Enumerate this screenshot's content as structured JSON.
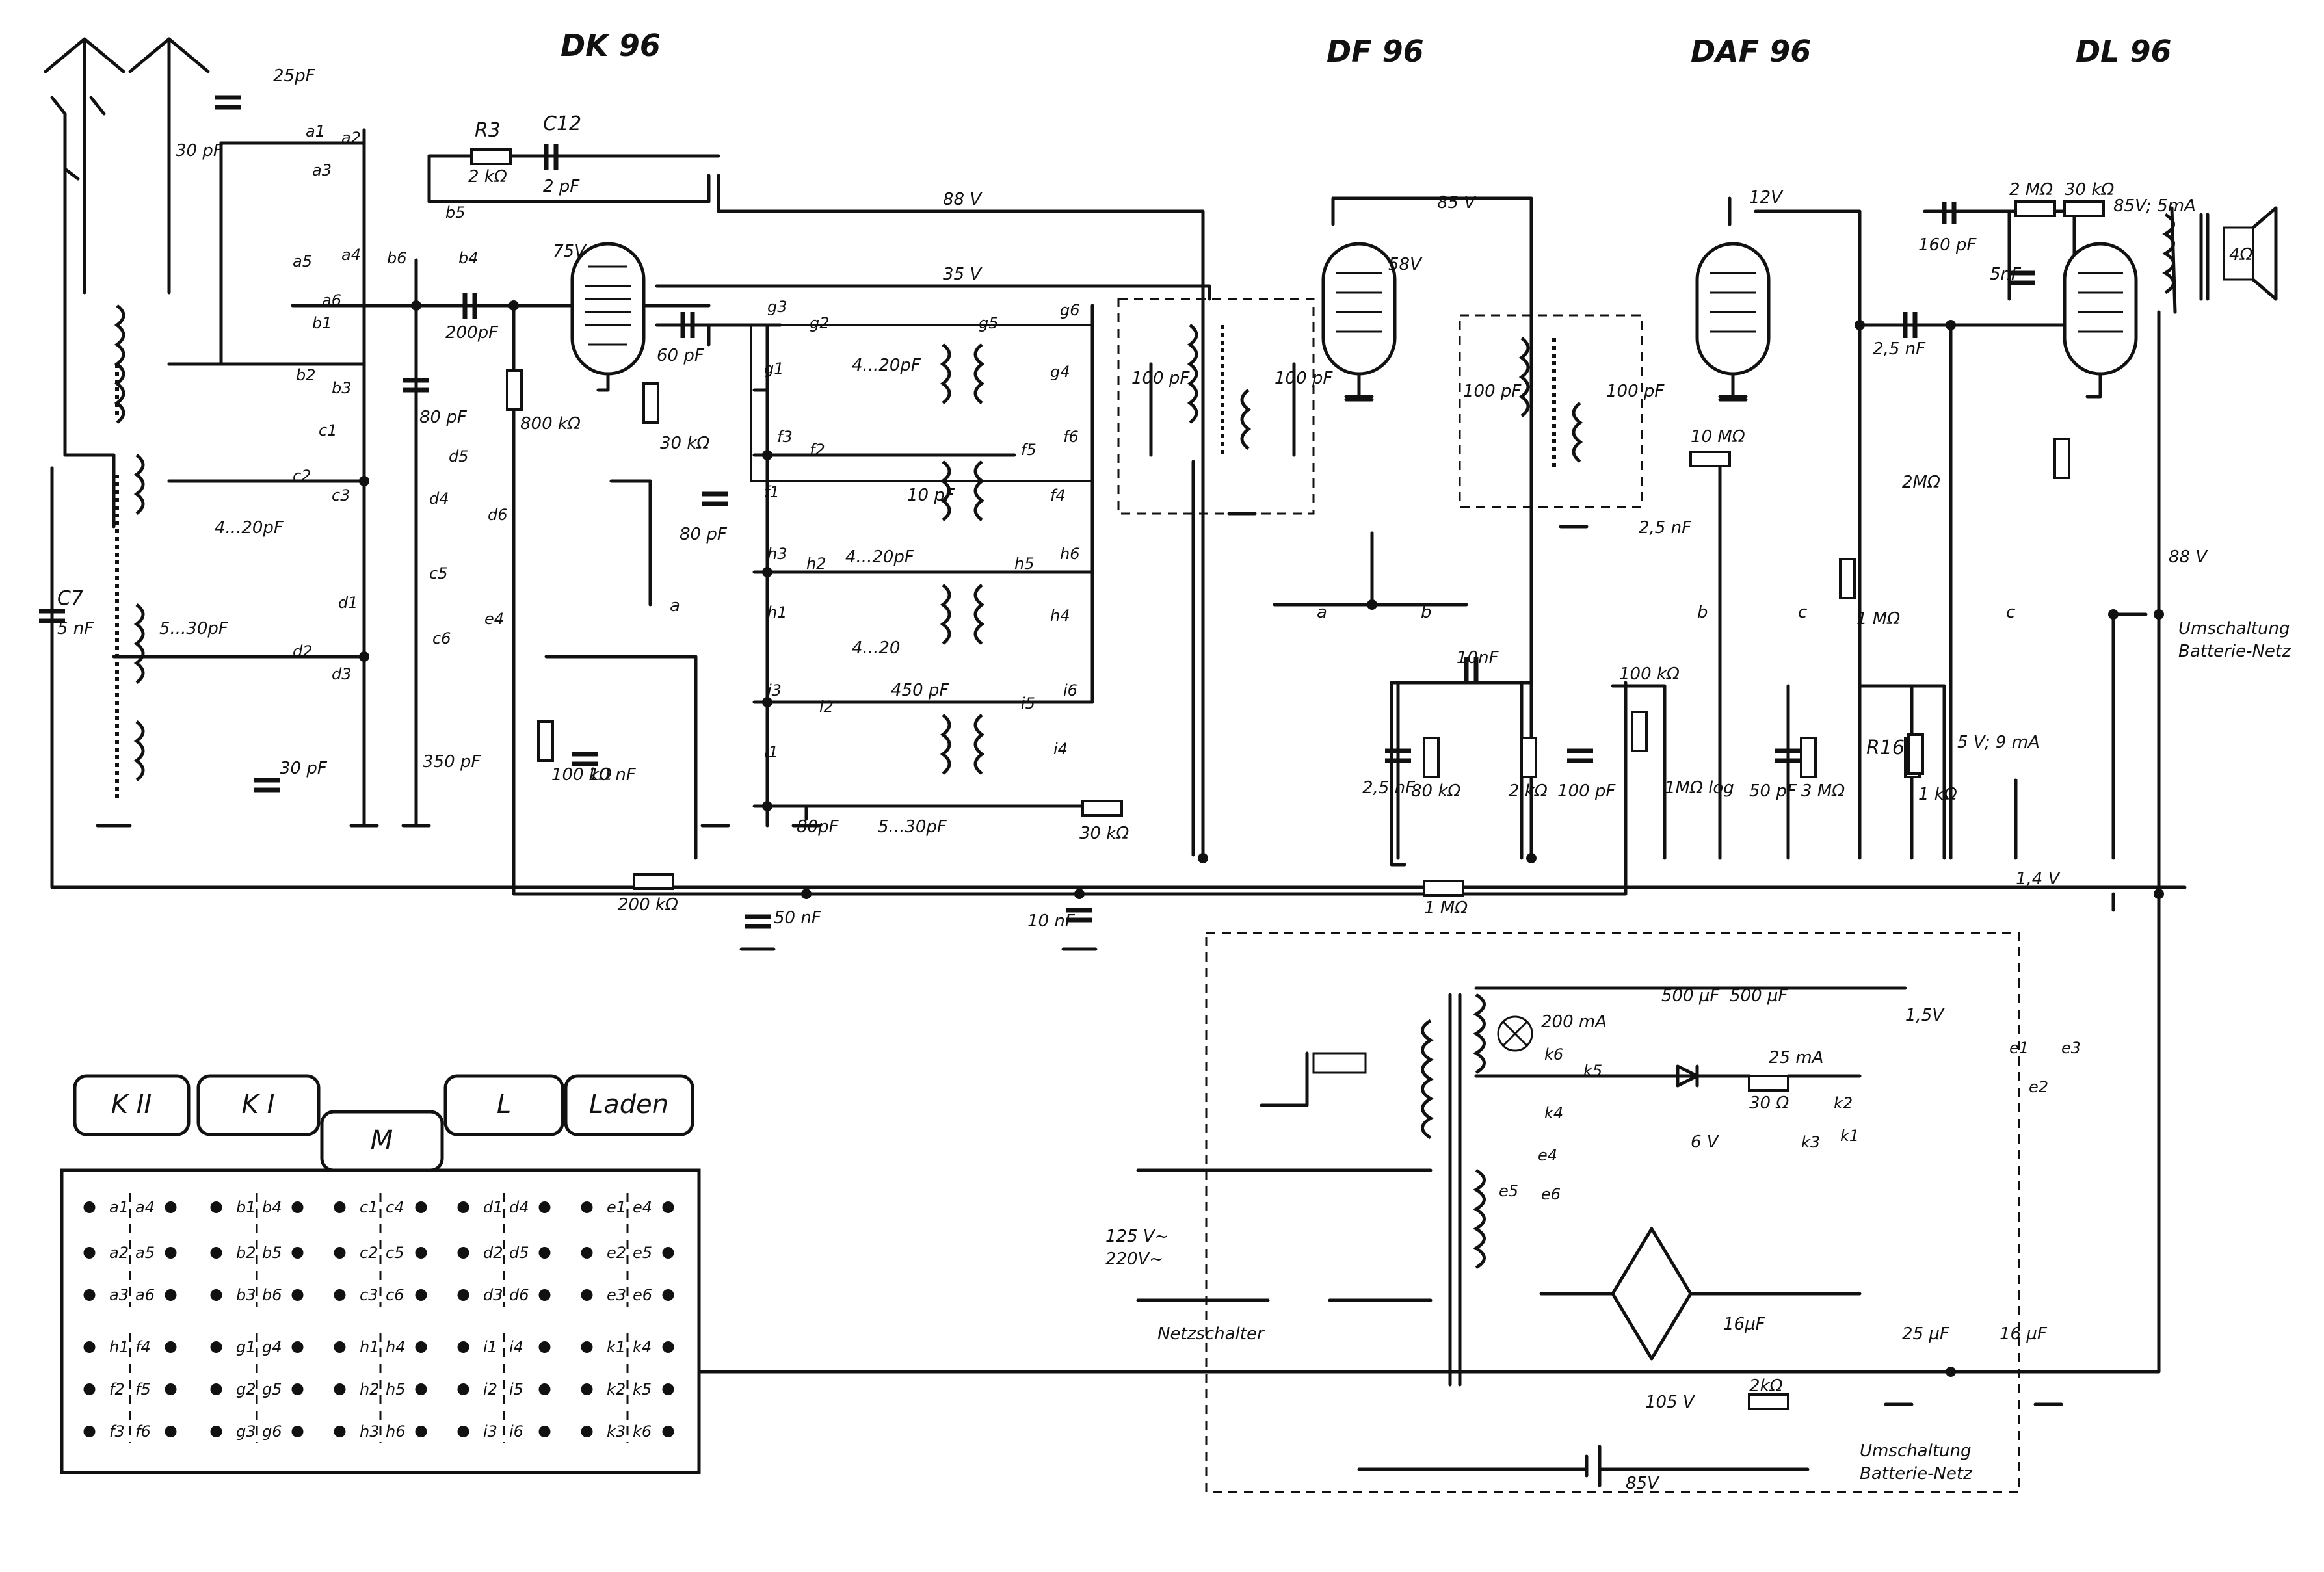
{
  "tubes": {
    "dk96": "DK 96",
    "df96": "DF 96",
    "daf96": "DAF 96",
    "dl96": "DL 96"
  },
  "voltages": {
    "v88_top": "88 V",
    "v35": "35 V",
    "v75": "75V",
    "v85": "85 V",
    "v58": "58V",
    "v12": "12V",
    "v85_5ma": "85V; 5mA",
    "v88_right": "88 V",
    "v1_4": "1,4 V",
    "v1_5": "1,5V",
    "v6": "6 V",
    "v105": "105 V",
    "v85_batt": "85V",
    "v5_9ma": "5 V; 9 mA",
    "mains": "125 V~",
    "mains2": "220V~"
  },
  "components": {
    "c_25pf": "25pF",
    "c_30pf": "30 pF",
    "r3": "R3",
    "r3_val": "2 kΩ",
    "c12": "C12",
    "c12_val": "2 pF",
    "c_200pf": "200pF",
    "c_60pf": "60 pF",
    "r_30k": "30 kΩ",
    "r_800k": "800 kΩ",
    "c_80pf_a": "80 pF",
    "c_80pf_b": "80 pF",
    "c_4_20_a": "4...20pF",
    "c_4_20_b": "4...20pF",
    "c_4_20_c": "4...20pF",
    "c_4_20_d": "4...20",
    "c_10pf": "10 pF",
    "c_5_30_a": "5...30pF",
    "c_5_30_b": "5...30pF",
    "c_450pf": "450 pF",
    "c_80pf_c": "80pF",
    "c_30pf_b": "30 pF",
    "c_350pf": "350 pF",
    "c7": "C7",
    "c7_val": "5 nF",
    "r_100k": "100 kΩ",
    "c_10nf_a": "10 nF",
    "r_30k_b": "30 kΩ",
    "c_10nf_b": "10 nF",
    "r_200k": "200 kΩ",
    "c_50nf": "50 nF",
    "r_1m_bottom": "1 MΩ",
    "c_100pf_a": "100 pF",
    "c_100pf_b": "100 pF",
    "c_100pf_c": "100 pF",
    "c_100pf_d": "100 pF",
    "c_10nf_c": "10nF",
    "c_2_5nf_a": "2,5 nF",
    "r_80k": "80 kΩ",
    "r_2k": "2 kΩ",
    "c_100pf_e": "100 pF",
    "r_100k_b": "100 kΩ",
    "pot_1m": "1MΩ log",
    "c_2_5nf_b": "2,5 nF",
    "r_10m": "10 MΩ",
    "c_50pf": "50 pF",
    "r_3m": "3 MΩ",
    "r_1m_mid": "1 MΩ",
    "c_160pf": "160 pF",
    "r_2m_top": "2 MΩ",
    "c_5nf": "5nF",
    "r_30k_c": "30 kΩ",
    "c_2_5nf_c": "2,5 nF",
    "r_2m_mid": "2MΩ",
    "r16": "R16",
    "r_1k": "1 kΩ",
    "spk": "4Ω",
    "lamp": "200 mA",
    "c_500uf_a": "500 µF",
    "c_500uf_b": "500 µF",
    "i_25ma": "25 mA",
    "r_30ohm": "30 Ω",
    "c_16uf": "16µF",
    "r_2k_b": "2kΩ",
    "c_25uf": "25 µF",
    "c_16uf_b": "16 µF"
  },
  "switch_labels": {
    "a1": "a1",
    "a2": "a2",
    "a3": "a3",
    "a4": "a4",
    "a5": "a5",
    "a6": "a6",
    "b1": "b1",
    "b2": "b2",
    "b3": "b3",
    "b4": "b4",
    "b5": "b5",
    "b6": "b6",
    "c1": "c1",
    "c2": "c2",
    "c3": "c3",
    "d1": "d1",
    "d2": "d2",
    "d3": "d3",
    "d4": "d4",
    "d5": "d5",
    "d6": "d6",
    "c5": "c5",
    "c6": "c6",
    "e4": "e4",
    "g1": "g1",
    "g2": "g2",
    "g3": "g3",
    "g4": "g4",
    "g5": "g5",
    "g6": "g6",
    "f1": "f1",
    "f2": "f2",
    "f3": "f3",
    "f4": "f4",
    "f5": "f5",
    "f6": "f6",
    "h1": "h1",
    "h2": "h2",
    "h3": "h3",
    "h4": "h4",
    "h5": "h5",
    "h6": "h6",
    "i1": "i1",
    "i2": "i2",
    "i3": "i3",
    "i4": "i4",
    "i5": "i5",
    "i6": "i6",
    "k1": "k1",
    "k2": "k2",
    "k3": "k3",
    "k4": "k4",
    "k5": "k5",
    "k6": "k6",
    "e1": "e1",
    "e2": "e2",
    "e3": "e3",
    "e5": "e5",
    "e6": "e6",
    "e4b": "e4",
    "net_a": "a",
    "net_b": "b",
    "net_c": "c"
  },
  "notes": {
    "umschaltung1": "Umschaltung",
    "umschaltung1b": "Batterie-Netz",
    "umschaltung2": "Umschaltung",
    "umschaltung2b": "Batterie-Netz",
    "netzschalter": "Netzschalter"
  },
  "switchboard": {
    "tabs": [
      "K II",
      "K I",
      "M",
      "L",
      "Laden"
    ],
    "groups": [
      {
        "top": [
          [
            "a1",
            "a4"
          ],
          [
            "a2",
            "a5"
          ],
          [
            "a3",
            "a6"
          ]
        ],
        "bottom": [
          [
            "h1",
            "f4"
          ],
          [
            "f2",
            "f5"
          ],
          [
            "f3",
            "f6"
          ]
        ]
      },
      {
        "top": [
          [
            "b1",
            "b4"
          ],
          [
            "b2",
            "b5"
          ],
          [
            "b3",
            "b6"
          ]
        ],
        "bottom": [
          [
            "g1",
            "g4"
          ],
          [
            "g2",
            "g5"
          ],
          [
            "g3",
            "g6"
          ]
        ]
      },
      {
        "top": [
          [
            "c1",
            "c4"
          ],
          [
            "c2",
            "c5"
          ],
          [
            "c3",
            "c6"
          ]
        ],
        "bottom": [
          [
            "h1",
            "h4"
          ],
          [
            "h2",
            "h5"
          ],
          [
            "h3",
            "h6"
          ]
        ]
      },
      {
        "top": [
          [
            "d1",
            "d4"
          ],
          [
            "d2",
            "d5"
          ],
          [
            "d3",
            "d6"
          ]
        ],
        "bottom": [
          [
            "i1",
            "i4"
          ],
          [
            "i2",
            "i5"
          ],
          [
            "i3",
            "i6"
          ]
        ]
      },
      {
        "top": [
          [
            "e1",
            "e4"
          ],
          [
            "e2",
            "e5"
          ],
          [
            "e3",
            "e6"
          ]
        ],
        "bottom": [
          [
            "k1",
            "k4"
          ],
          [
            "k2",
            "k5"
          ],
          [
            "k3",
            "k6"
          ]
        ]
      }
    ]
  }
}
